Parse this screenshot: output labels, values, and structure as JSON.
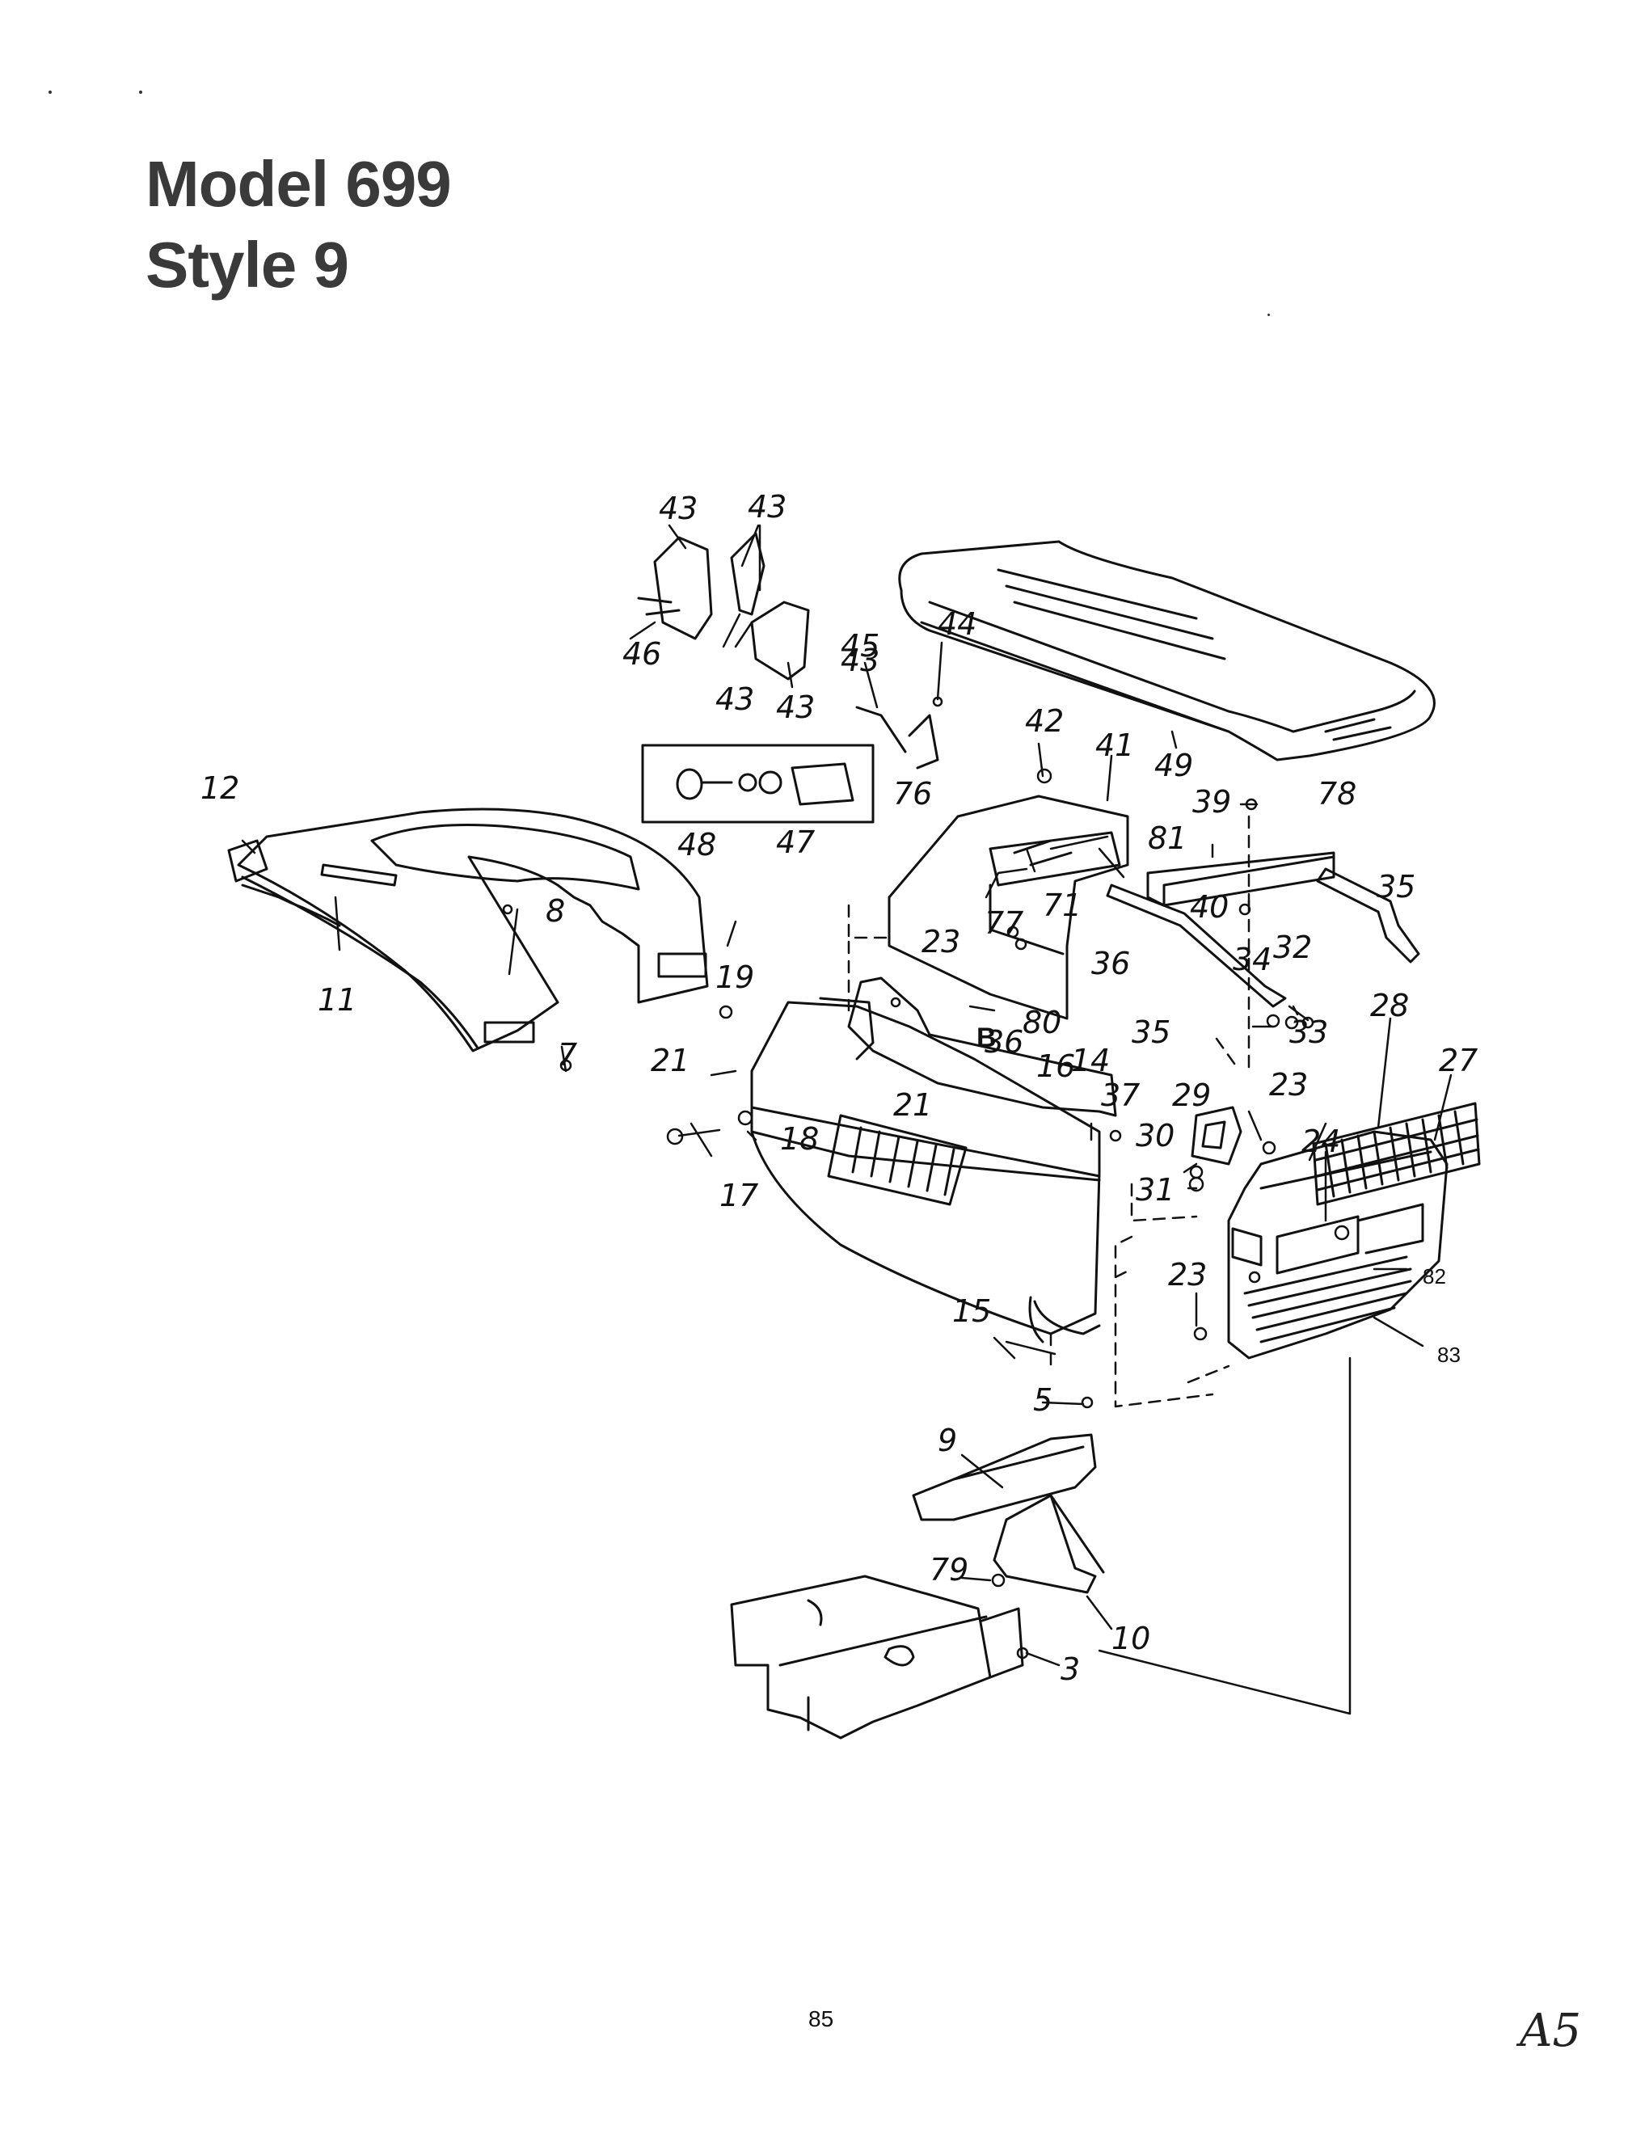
{
  "header": {
    "model": "Model 699",
    "style": "Style 9"
  },
  "diagram": {
    "part_labels": [
      "43",
      "43",
      "43",
      "46",
      "43",
      "43",
      "45",
      "44",
      "49",
      "42",
      "41",
      "78",
      "39",
      "35",
      "48",
      "47",
      "76",
      "81",
      "12",
      "8",
      "11",
      "7",
      "19",
      "21",
      "23",
      "77",
      "71",
      "40",
      "34",
      "32",
      "33",
      "36",
      "35",
      "28",
      "80",
      "36",
      "16",
      "14",
      "37",
      "29",
      "23",
      "27",
      "21",
      "18",
      "17",
      "30",
      "31",
      "24",
      "82",
      "23",
      "15",
      "83",
      "5",
      "9",
      "79",
      "10",
      "3"
    ],
    "callout_letter": "B"
  },
  "footer": {
    "page_number": "85",
    "handwritten_mark": "A5"
  }
}
